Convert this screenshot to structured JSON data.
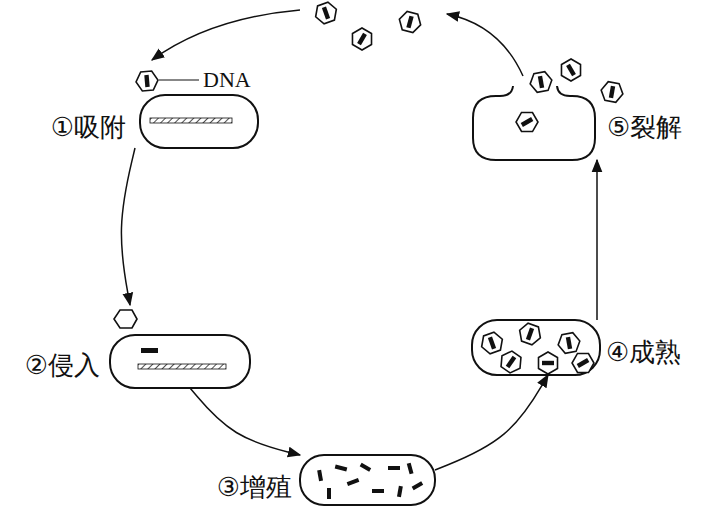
{
  "diagram": {
    "nodes": [
      {
        "text": [
          "①吸附"
        ]
      },
      {
        "text": [
          "②侵入"
        ]
      },
      {
        "text": [
          "③增殖"
        ]
      },
      {
        "text": [
          "④成熟"
        ]
      },
      {
        "text": [
          "⑤裂解"
        ]
      }
    ],
    "edges": [
      {
        "from": 0,
        "to": 1,
        "arrow": "to"
      },
      {
        "from": 1,
        "to": 2,
        "arrow": "to"
      },
      {
        "from": 2,
        "to": 3,
        "arrow": "to"
      },
      {
        "from": 3,
        "to": 4,
        "arrow": "to"
      }
    ],
    "labels": [
      "DNA"
    ]
  }
}
